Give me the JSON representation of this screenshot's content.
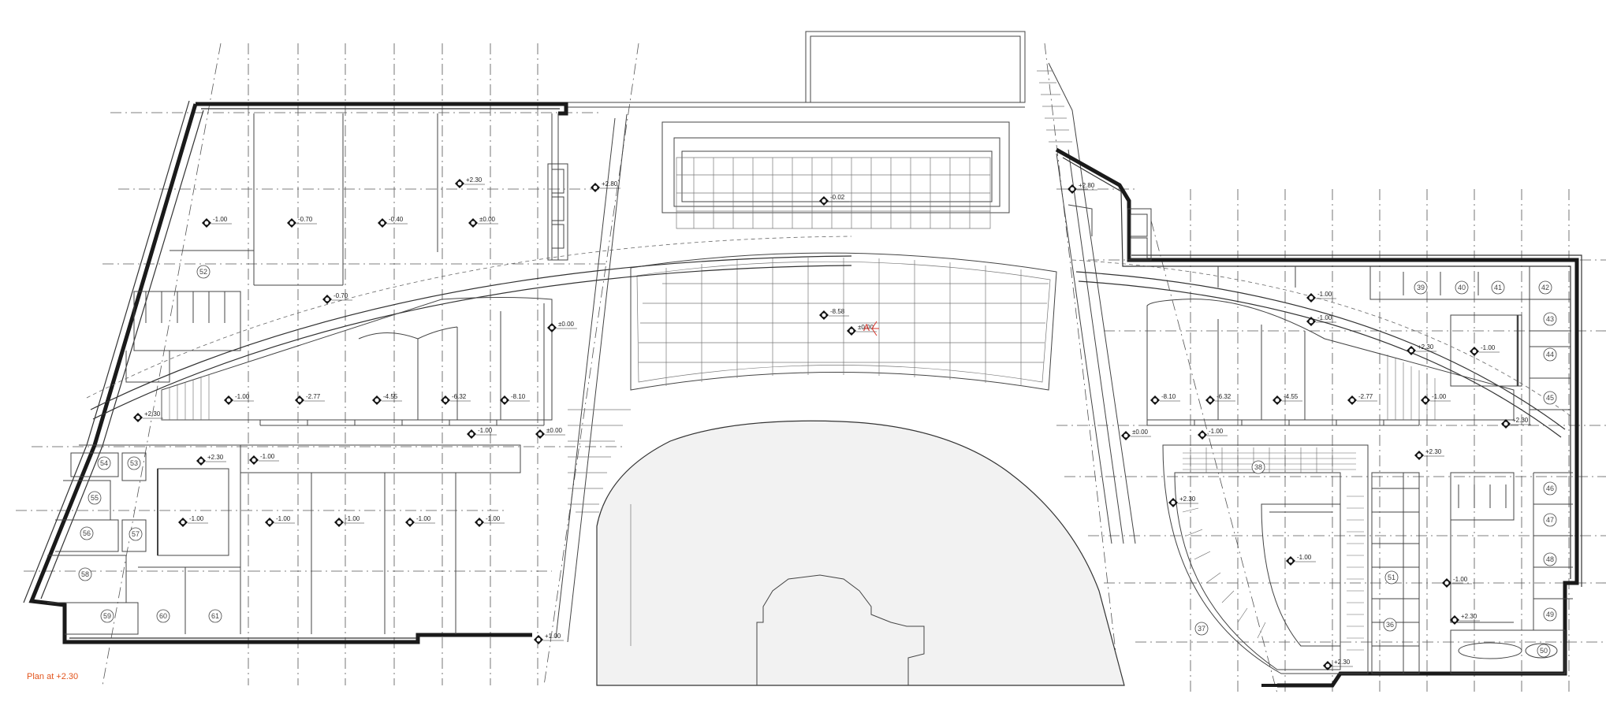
{
  "caption": "Plan at  +2.30",
  "section_marker": "A",
  "levels": [
    "-1.00",
    "-0.70",
    "-0.40",
    "±0.00",
    "+2.80",
    "-0.02",
    "+2.30",
    "-0.70",
    "±0.00",
    "-8.58",
    "±0.00",
    "-1.00",
    "-2.77",
    "-4.55",
    "-6.32",
    "-8.10",
    "-1.00",
    "±0.00",
    "+2.30",
    "+2.30",
    "-1.00",
    "-1.00",
    "-1.00",
    "-1.00",
    "-1.00",
    "-1.00",
    "+1.00",
    "+2.80",
    "-1.00",
    "-1.00",
    "+2.30",
    "-1.00",
    "-8.10",
    "-6.32",
    "-4.55",
    "-2.77",
    "-1.00",
    "+2.30",
    "±0.00",
    "-1.00",
    "+2.30",
    "+2.30",
    "-1.00",
    "-1.00",
    "+2.30",
    "+2.30"
  ],
  "rooms": [
    "54",
    "53",
    "55",
    "56",
    "57",
    "58",
    "59",
    "60",
    "61",
    "52",
    "39",
    "40",
    "41",
    "42",
    "43",
    "44",
    "45",
    "46",
    "47",
    "48",
    "49",
    "51",
    "50",
    "36",
    "37",
    "38"
  ]
}
